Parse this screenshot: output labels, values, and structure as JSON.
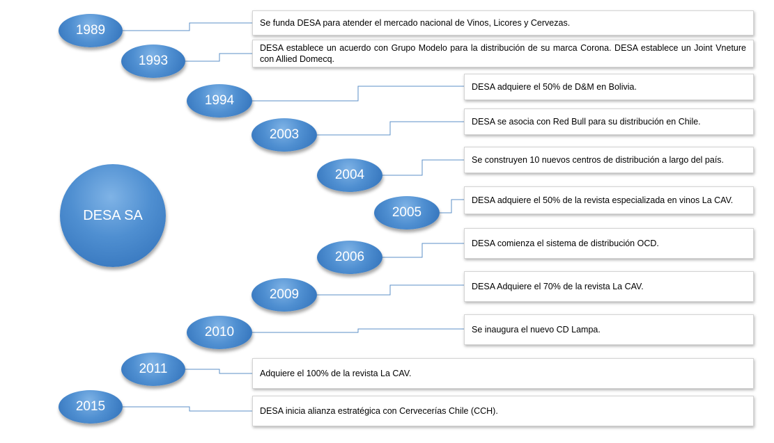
{
  "center": {
    "label": "DESA SA"
  },
  "events": [
    {
      "year": "1989",
      "text": "Se funda DESA para atender el mercado nacional de Vinos, Licores y Cervezas."
    },
    {
      "year": "1993",
      "text": "DESA establece un acuerdo con Grupo Modelo para la distribución de su marca Corona. DESA establece un Joint Vneture con Allied Domecq."
    },
    {
      "year": "1994",
      "text": "DESA adquiere el 50% de D&M en Bolivia."
    },
    {
      "year": "2003",
      "text": "DESA se asocia con Red Bull para su distribución en Chile."
    },
    {
      "year": "2004",
      "text": "Se construyen 10 nuevos centros de distribución a largo del país."
    },
    {
      "year": "2005",
      "text": "DESA adquiere el 50% de la revista especializada en vinos La CAV."
    },
    {
      "year": "2006",
      "text": "DESA comienza el sistema de distribución OCD."
    },
    {
      "year": "2009",
      "text": "DESA Adquiere el 70% de la revista La CAV."
    },
    {
      "year": "2010",
      "text": "Se inaugura el nuevo CD Lampa."
    },
    {
      "year": "2011",
      "text": "Adquiere el 100% de la revista La CAV."
    },
    {
      "year": "2015",
      "text": "DESA inicia alianza estratégica con Cervecerías Chile (CCH)."
    }
  ],
  "colors": {
    "circle": "#4f8fd1",
    "connector": "#5b8fc7",
    "box_border": "#d4d4d4"
  }
}
